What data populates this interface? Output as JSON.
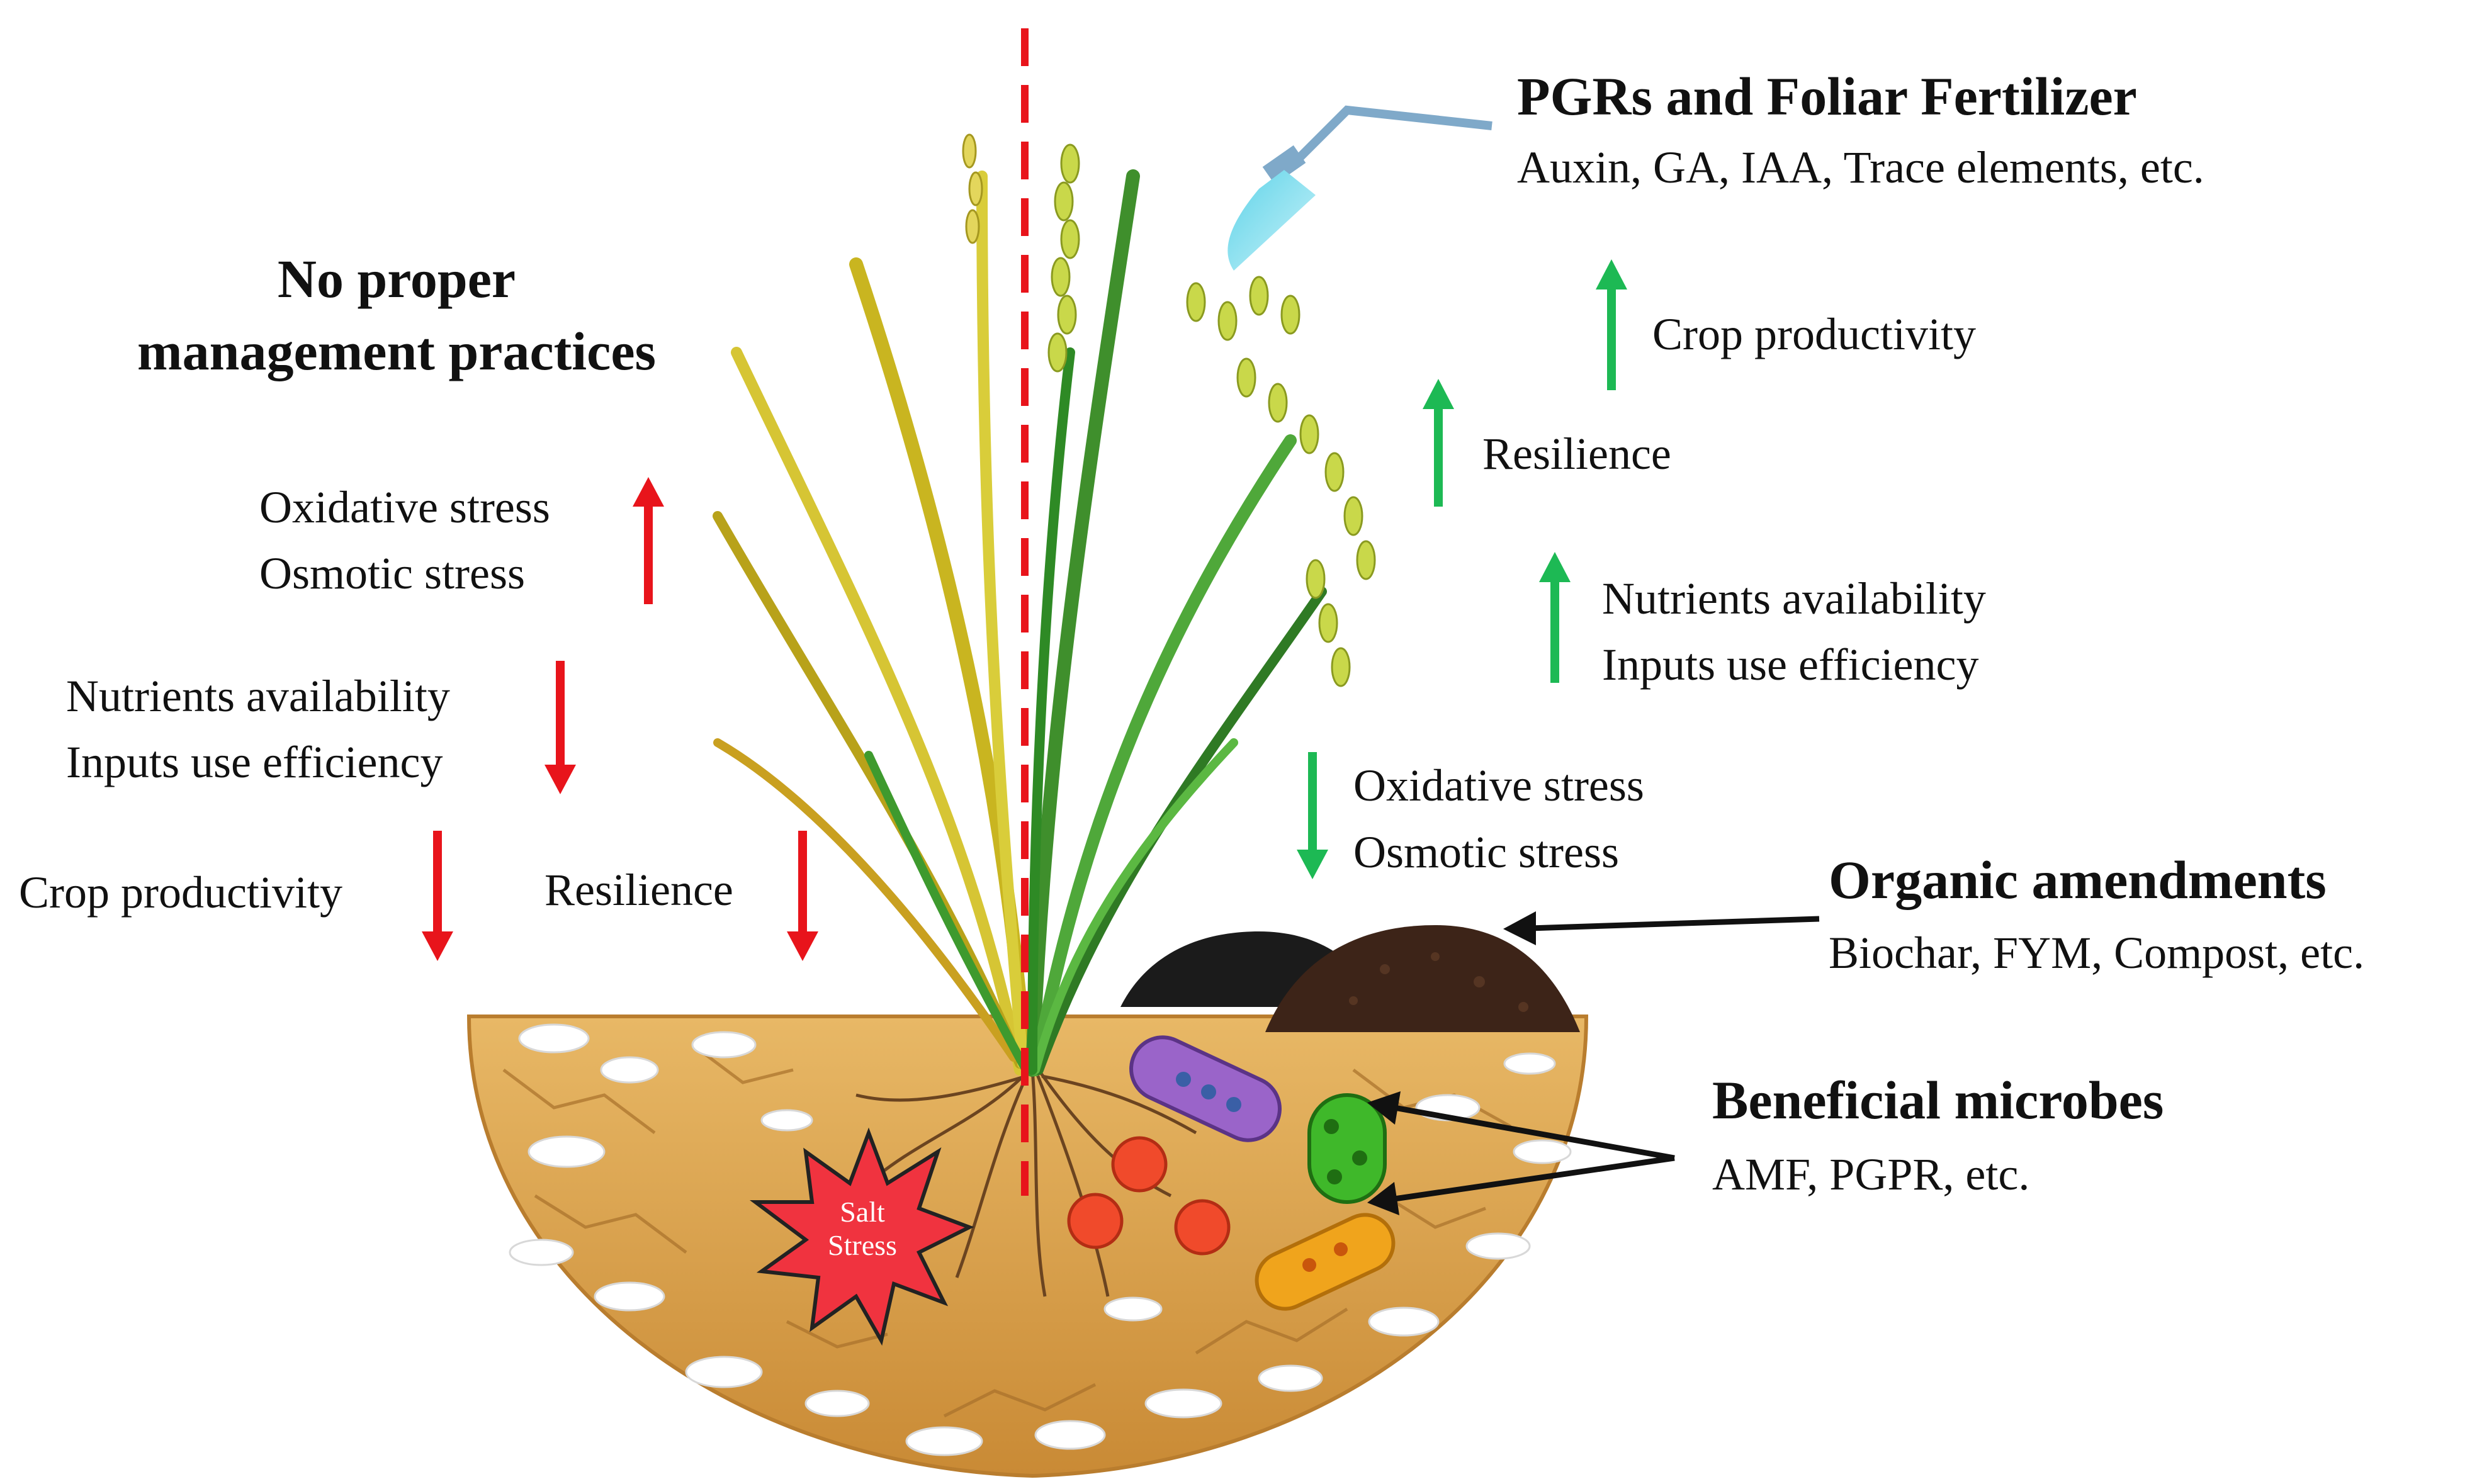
{
  "left": {
    "heading_line1": "No proper",
    "heading_line2": "management practices",
    "oxidative": "Oxidative stress",
    "osmotic": "Osmotic stress",
    "nutrients": "Nutrients availability",
    "inputs": "Inputs use efficiency",
    "crop": "Crop productivity",
    "resilience": "Resilience"
  },
  "right": {
    "pgr_title": "PGRs and Foliar Fertilizer",
    "pgr_items": "Auxin, GA, IAA, Trace elements, etc.",
    "crop": "Crop productivity",
    "resilience": "Resilience",
    "nutrients": "Nutrients availability",
    "inputs": "Inputs use efficiency",
    "oxidative": "Oxidative stress",
    "osmotic": "Osmotic stress",
    "organic_title": "Organic amendments",
    "organic_items": "Biochar, FYM, Compost, etc.",
    "microbes_title": "Beneficial microbes",
    "microbes_items": "AMF, PGPR, etc."
  },
  "salt": {
    "line1": "Salt",
    "line2": "Stress"
  },
  "colors": {
    "increase_bad": "#e8141b",
    "increase_good": "#1db954",
    "divider": "#e8141b",
    "soil": "#d9a24e",
    "salt_star": "#f0333f"
  }
}
